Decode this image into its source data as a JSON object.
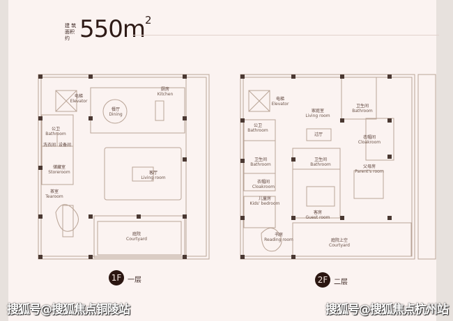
{
  "header": {
    "area_caption_line1": "建 筑",
    "area_caption_line2": "面积约",
    "area_value": "550m",
    "area_unit_sup": "2"
  },
  "floor1": {
    "badge": "1F",
    "title": "一层",
    "rooms": [
      {
        "cn": "电梯",
        "en": "Elevator"
      },
      {
        "cn": "厨房",
        "en": "Kitchen"
      },
      {
        "cn": "餐厅",
        "en": "Dining"
      },
      {
        "cn": "公卫",
        "en": "Bathroom"
      },
      {
        "cn": "洗衣间",
        "en": ""
      },
      {
        "cn": "设备间",
        "en": ""
      },
      {
        "cn": "储藏室",
        "en": "Storeroom"
      },
      {
        "cn": "茶室",
        "en": "Tearoom"
      },
      {
        "cn": "客厅",
        "en": "Living room"
      },
      {
        "cn": "庭院",
        "en": "Courtyard"
      }
    ]
  },
  "floor2": {
    "badge": "2F",
    "title": "二层",
    "rooms": [
      {
        "cn": "电梯",
        "en": "Elevator"
      },
      {
        "cn": "家庭室",
        "en": "Living room"
      },
      {
        "cn": "过厅",
        "en": ""
      },
      {
        "cn": "卫生间",
        "en": "Bathroom"
      },
      {
        "cn": "公卫",
        "en": "Bathroom"
      },
      {
        "cn": "衣帽间",
        "en": "Cloakroom"
      },
      {
        "cn": "卫生间",
        "en": "Bathroom"
      },
      {
        "cn": "卫生间",
        "en": "Bathroom"
      },
      {
        "cn": "父母房",
        "en": "Parent's room"
      },
      {
        "cn": "衣帽间",
        "en": "Cloakroom"
      },
      {
        "cn": "儿童房",
        "en": "Kids' bedroom"
      },
      {
        "cn": "客房",
        "en": "Guest room"
      },
      {
        "cn": "书房",
        "en": "Reading room"
      },
      {
        "cn": "庭院上空",
        "en": "Courtyard"
      }
    ]
  },
  "watermarks": {
    "left": "搜狐号@搜狐焦点铜陵站",
    "right": "搜狐号@搜狐焦点杭州站"
  },
  "colors": {
    "background": "#fbf3f1",
    "wall": "#b9a496",
    "pillar": "#4a3832",
    "text": "#2e1a16"
  }
}
